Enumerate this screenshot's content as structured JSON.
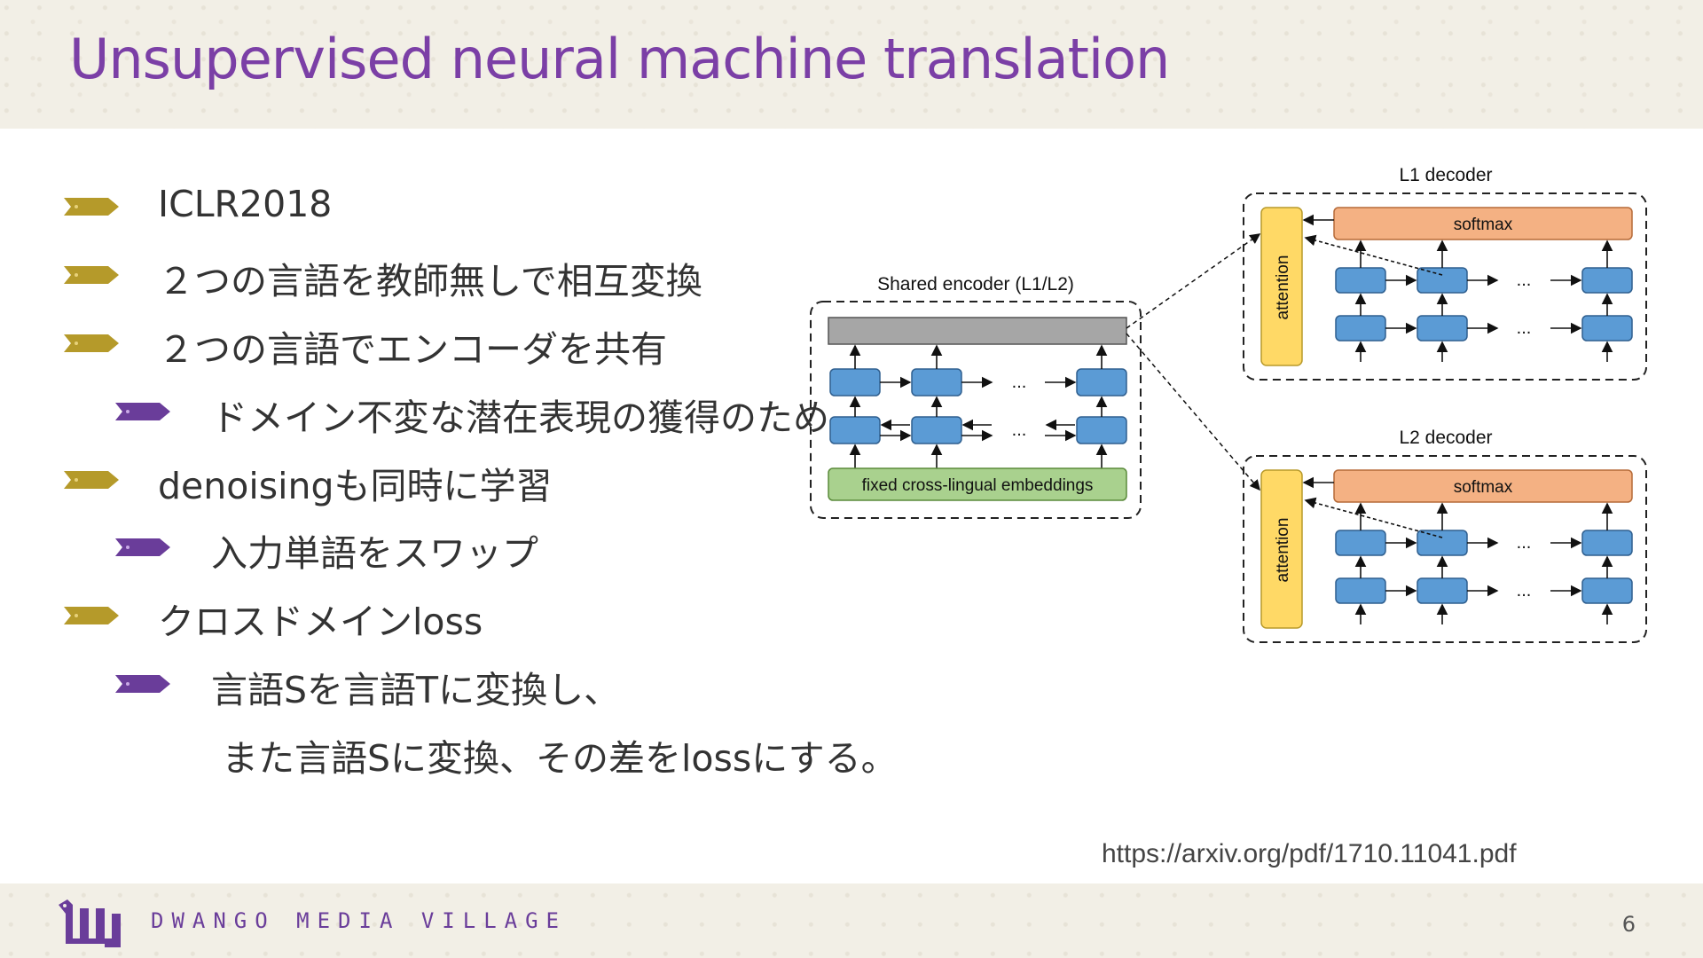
{
  "title": "Unsupervised neural machine  translation",
  "bullets": [
    {
      "level": 1,
      "text": "ICLR2018"
    },
    {
      "level": 1,
      "text": "２つの言語を教師無しで相互変換"
    },
    {
      "level": 1,
      "text": "２つの言語でエンコーダを共有"
    },
    {
      "level": 2,
      "text": "ドメイン不変な潜在表現の獲得のため"
    },
    {
      "level": 1,
      "text": "denoisingも同時に学習"
    },
    {
      "level": 2,
      "text": "入力単語をスワップ"
    },
    {
      "level": 1,
      "text": "クロスドメインloss"
    },
    {
      "level": 2,
      "text": "言語Sを言語Tに変換し、"
    },
    {
      "level": 3,
      "text": "また言語Sに変換、その差をlossにする。"
    }
  ],
  "diagram": {
    "encoder_label": "Shared encoder (L1/L2)",
    "embeddings_label": "fixed cross-lingual embeddings",
    "decoder1_label": "L1 decoder",
    "decoder2_label": "L2 decoder",
    "softmax_label": "softmax",
    "attention_label": "attention",
    "ellipsis": "..."
  },
  "source_url": "https://arxiv.org/pdf/1710.11041.pdf",
  "footer": {
    "brand": "DWANGO MEDIA VILLAGE",
    "page_number": "6"
  },
  "colors": {
    "title": "#7b3fa6",
    "marker_level1": "#b59a2a",
    "marker_level2": "#6a3d9a",
    "rnn_cell": "#5b9bd5",
    "softmax": "#f4b183",
    "attention": "#ffd966",
    "embeddings": "#a9d18e"
  }
}
